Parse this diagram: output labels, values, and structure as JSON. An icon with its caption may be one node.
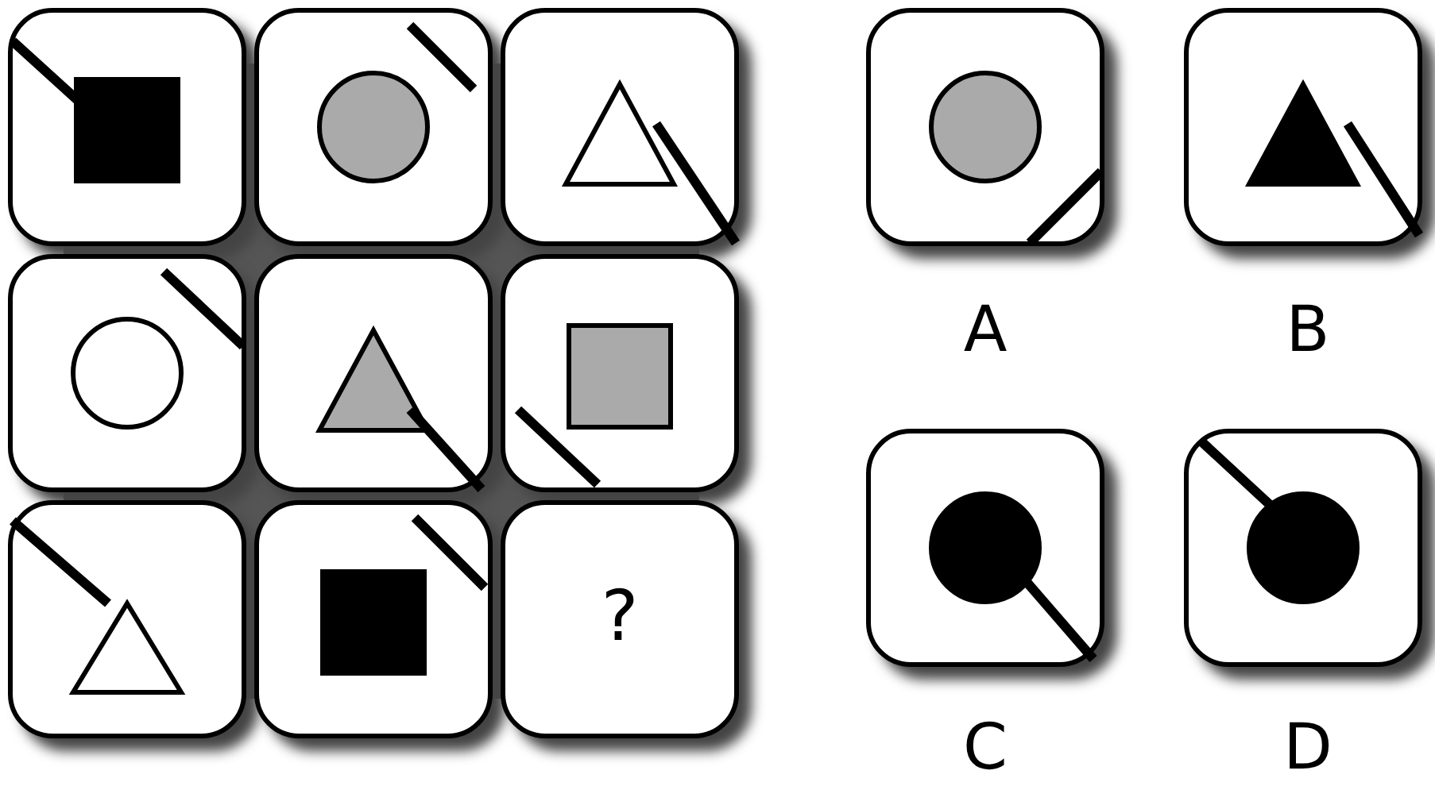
{
  "diagram": {
    "nodes": [
      {
        "text": [],
        "shape": "box"
      },
      {
        "text": [],
        "shape": "box"
      },
      {
        "text": [],
        "shape": "box"
      },
      {
        "text": [],
        "shape": "box"
      },
      {
        "text": [],
        "shape": "box"
      },
      {
        "text": [],
        "shape": "box"
      },
      {
        "text": [],
        "shape": "box"
      },
      {
        "text": [],
        "shape": "box"
      },
      {
        "text": [
          "?"
        ]
      },
      {
        "text": [],
        "shape": "box",
        "beside": [
          "A"
        ]
      },
      {
        "text": [],
        "shape": "box",
        "beside": [
          "B"
        ]
      },
      {
        "text": [],
        "shape": "box",
        "beside": [
          "C"
        ]
      },
      {
        "text": [],
        "shape": "box",
        "beside": [
          "D"
        ]
      }
    ],
    "edges": []
  }
}
